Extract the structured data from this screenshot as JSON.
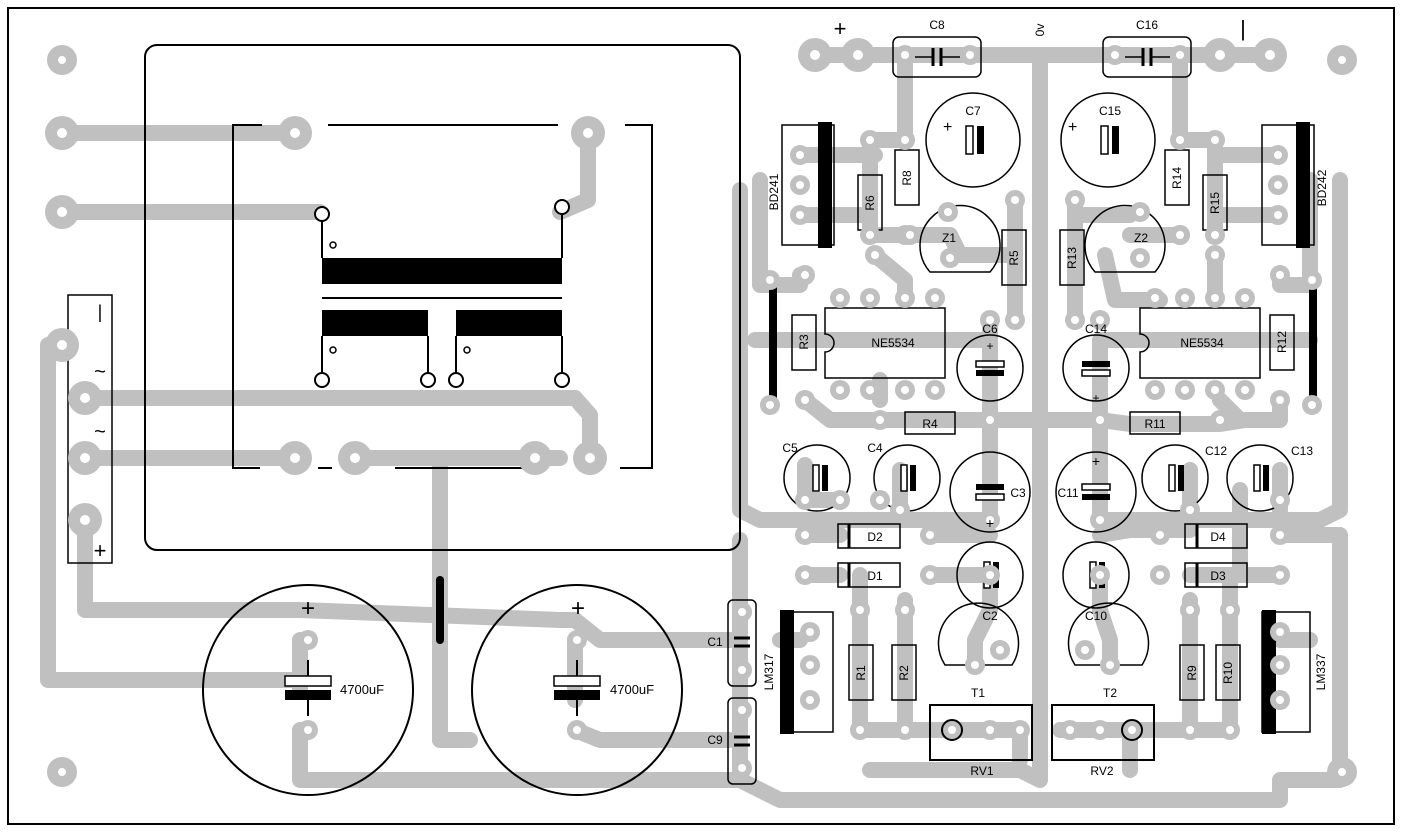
{
  "colors": {
    "trace": "#c0c0c0",
    "silk": "#000000",
    "pad_hole": "#ffffff",
    "background": "#ffffff"
  },
  "top_labels": {
    "plus": "+",
    "zero": "0v",
    "minus": "|"
  },
  "connector": {
    "minus": "|",
    "ac1": "~",
    "ac2": "~",
    "plus": "+"
  },
  "components": {
    "C8": "C8",
    "C16": "C16",
    "C7": "C7",
    "C15": "C15",
    "BD241": "BD241",
    "BD242": "BD242",
    "R6": "R6",
    "R8": "R8",
    "R14": "R14",
    "R15": "R15",
    "Z1": "Z1",
    "Z2": "Z2",
    "R5": "R5",
    "R13": "R13",
    "R3": "R3",
    "R12": "R12",
    "NE5534_L": "NE5534",
    "NE5534_R": "NE5534",
    "C6": "C6",
    "C14": "C14",
    "R4": "R4",
    "R11": "R11",
    "C5": "C5",
    "C4": "C4",
    "C3": "C3",
    "C11": "C11",
    "C12": "C12",
    "C13": "C13",
    "D2": "D2",
    "D1": "D1",
    "D4": "D4",
    "D3": "D3",
    "C2": "C2",
    "C10": "C10",
    "C1": "C1",
    "C9": "C9",
    "LM317": "LM317",
    "LM337": "LM337",
    "R1": "R1",
    "R2": "R2",
    "R9": "R9",
    "R10": "R10",
    "T1": "T1",
    "T2": "T2",
    "RV1": "RV1",
    "RV2": "RV2",
    "cap_big_1": "4700uF",
    "cap_big_2": "4700uF",
    "plus_big_1": "+",
    "plus_big_2": "+"
  }
}
